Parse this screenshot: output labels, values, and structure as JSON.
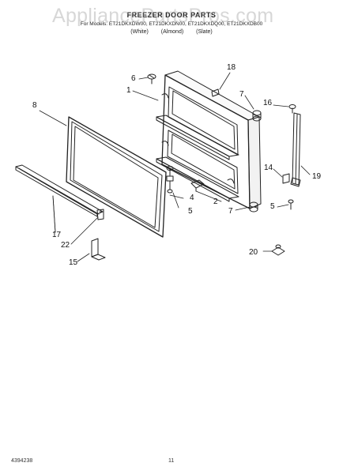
{
  "header": {
    "title": "FREEZER DOOR PARTS",
    "for_models": "For Models: ET21DKXDW00, ET21DKXDN00, ET21DKXDQ00, ET21DKXDB00",
    "colors": [
      "(White)",
      "(Almond)",
      "(Slate)"
    ]
  },
  "watermark": "AppliancePartsPros.com",
  "callouts": {
    "c1": "1",
    "c2": "2",
    "c4": "4",
    "c5a": "5",
    "c5b": "5",
    "c6": "6",
    "c7a": "7",
    "c7b": "7",
    "c8": "8",
    "c14": "14",
    "c15": "15",
    "c16": "16",
    "c17": "17",
    "c18": "18",
    "c19": "19",
    "c20": "20",
    "c22": "22"
  },
  "footer": {
    "doc_number": "4394238",
    "page_number": "11"
  }
}
